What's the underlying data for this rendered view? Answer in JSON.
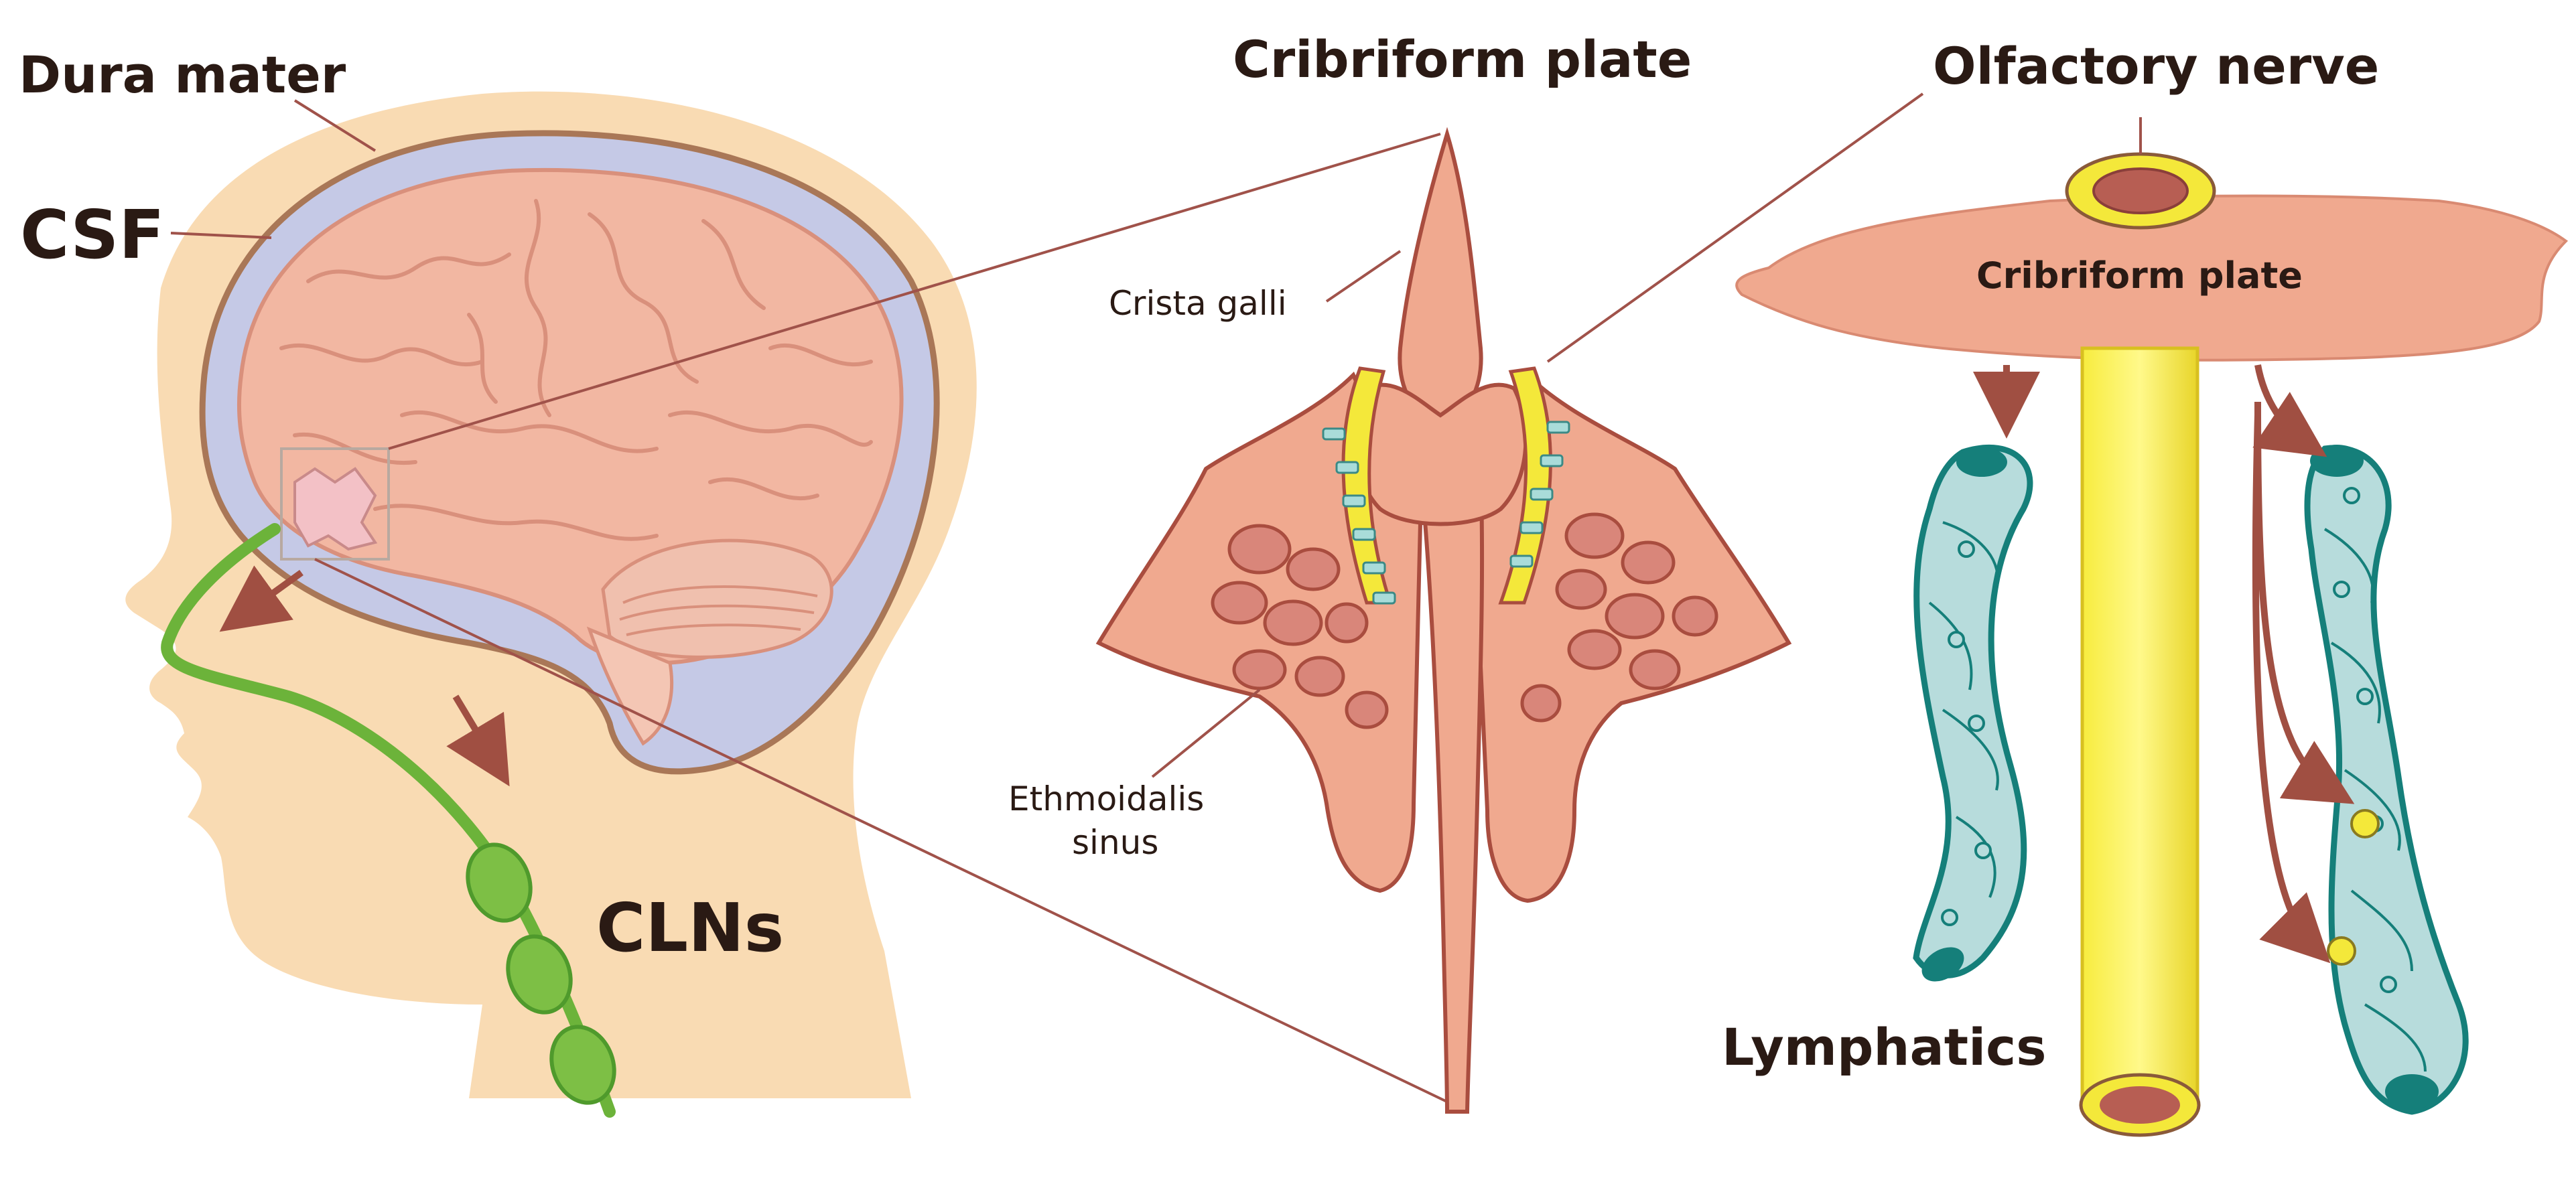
{
  "labels": {
    "dura_mater": "Dura mater",
    "csf": "CSF",
    "clns": "CLNs",
    "cribriform_plate_title": "Cribriform plate",
    "olfactory_nerve": "Olfactory nerve",
    "crista_galli": "Crista galli",
    "ethmoidalis_line1": "Ethmoidalis",
    "ethmoidalis_line2": "sinus",
    "cribriform_plate_inner": "Cribriform plate",
    "lymphatics": "Lymphatics"
  },
  "colors": {
    "skin": "#f9dbb3",
    "csf": "#c5c9e6",
    "brain": "#f2b7a2",
    "brain_line": "#d9907c",
    "dura": "#a97757",
    "bone": "#f0a98f",
    "bone_dark": "#a94d3f",
    "nerve": "#f4e83a",
    "nerve_edge": "#d8c020",
    "lymph_fill": "#b7dcdc",
    "lymph_edge": "#157f7a",
    "arrow": "#a04f42",
    "node": "#7dbf45",
    "node_edge": "#4f9a2c",
    "leader_line": "#a0524a"
  }
}
